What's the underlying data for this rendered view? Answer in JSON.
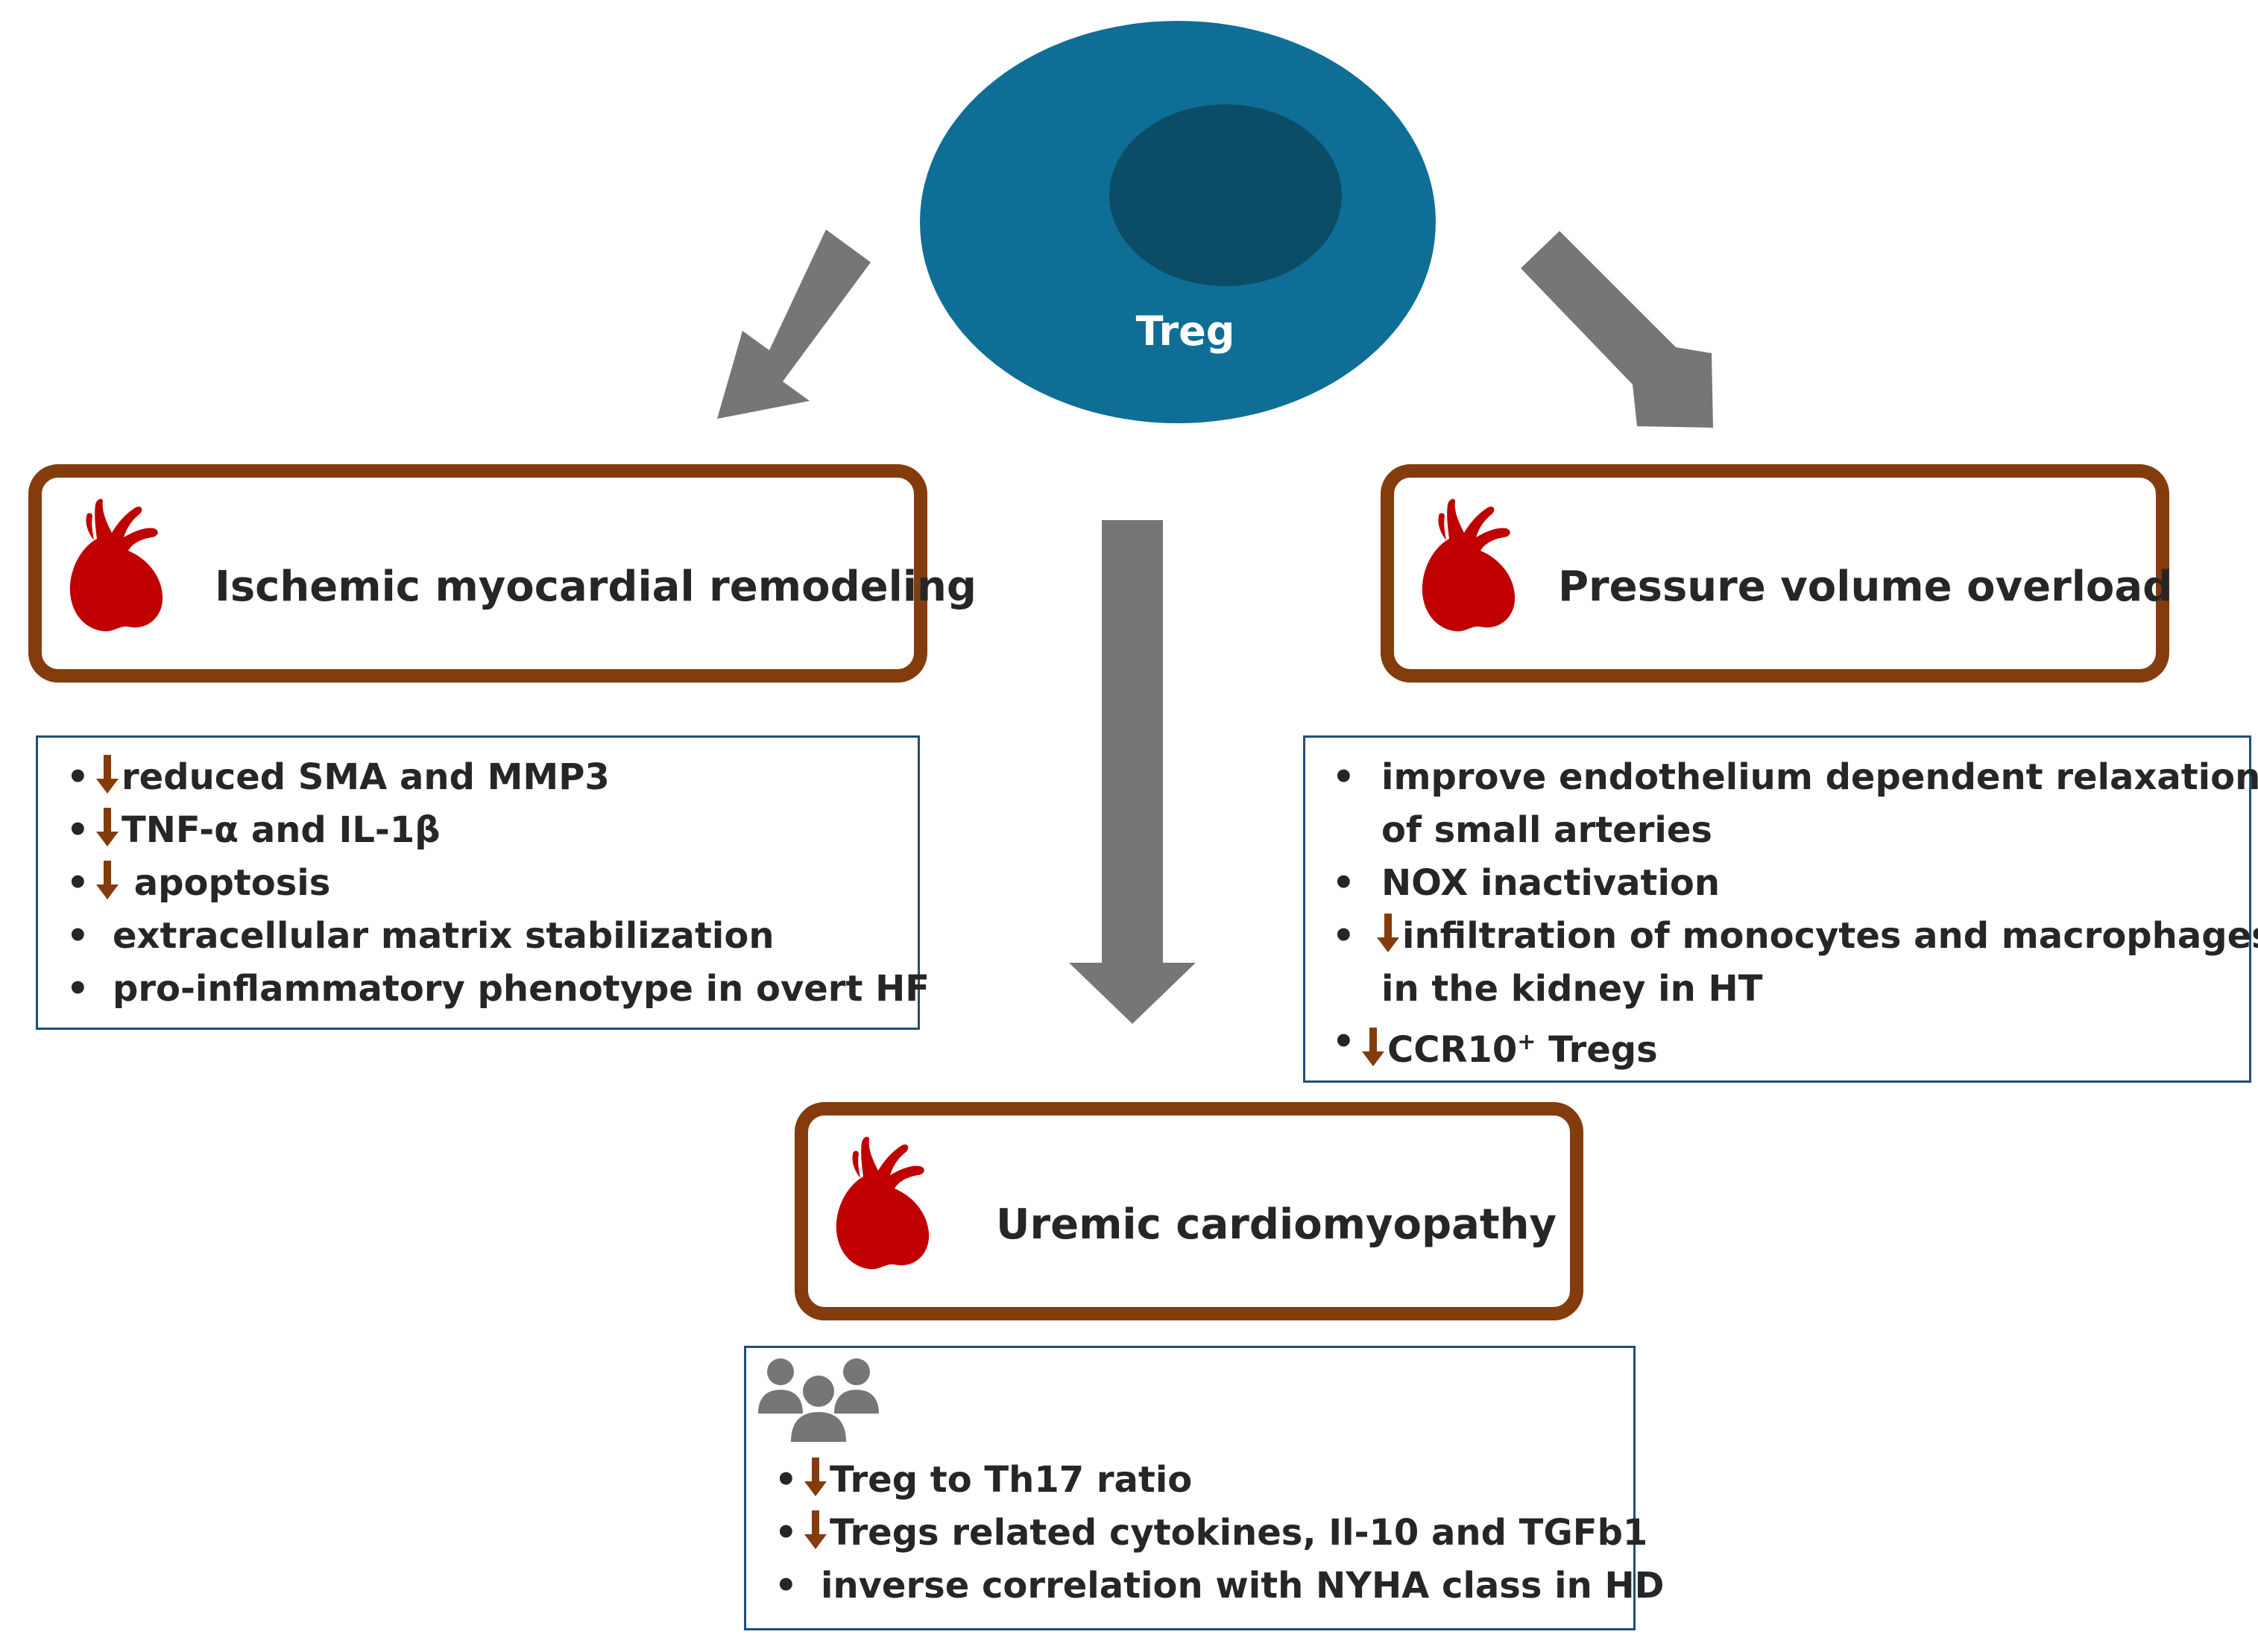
{
  "cell": {
    "label": "Treg",
    "membrane_color": "#0E6E96",
    "nucleus_color": "#0B4D66"
  },
  "colors": {
    "arrow": "#767676",
    "title_border": "#843C0C",
    "detail_border": "#1F4E79",
    "heart": "#C00000",
    "down_arrow": "#843C0C",
    "people_icon": "#767676"
  },
  "ischemic": {
    "title": "Ischemic myocardial remodeling",
    "icon": "heart-icon",
    "items": [
      {
        "bullet": "•",
        "icon": "down-arrow-icon",
        "text": "reduced SMA and MMP3"
      },
      {
        "bullet": "•",
        "icon": "down-arrow-icon",
        "text": "TNF-α and IL-1β"
      },
      {
        "bullet": "•",
        "icon": "down-arrow-icon",
        "text": " apoptosis"
      },
      {
        "bullet": "•",
        "text": "extracellular matrix stabilization"
      },
      {
        "bullet": "•",
        "text": "pro-inflammatory phenotype in overt HF"
      }
    ]
  },
  "pressure": {
    "title": "Pressure volume overload",
    "icon": "heart-icon",
    "items": [
      {
        "bullet": "•",
        "text": "improve endothelium dependent relaxation",
        "continuation": "of small  arteries"
      },
      {
        "bullet": "•",
        "text": "NOX inactivation"
      },
      {
        "bullet": "•",
        "icon": "down-arrow-icon",
        "text": "infiltration of monocytes and macrophages",
        "continuation": "in the kidney in HT"
      },
      {
        "bullet": "•",
        "icon": "down-arrow-icon",
        "text_main": "CCR10",
        "superscript": "+",
        "text_rest": " Tregs"
      }
    ]
  },
  "uremic": {
    "title": "Uremic cardiomyopathy",
    "icon": "heart-icon",
    "group_icon": "people-group-icon",
    "items": [
      {
        "bullet": "•",
        "icon": "down-arrow-icon",
        "text": "Treg to Th17 ratio"
      },
      {
        "bullet": "•",
        "icon": "down-arrow-icon",
        "text": "Tregs related cytokines, Il-10 and TGFb1"
      },
      {
        "bullet": "•",
        "text": "inverse correlation with NYHA class in HD"
      }
    ]
  }
}
